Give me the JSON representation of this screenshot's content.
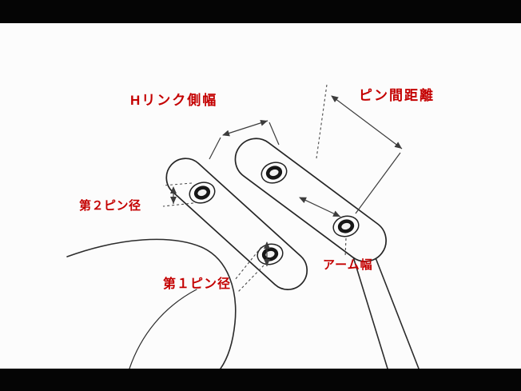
{
  "page": {
    "background": "#fcfcfc",
    "letterbox_color": "#050505"
  },
  "style": {
    "label_color": "#c40000",
    "line_color": "#2b2b2b"
  },
  "labels": {
    "h_link_width": "Hリンク側幅",
    "pin_pitch": "ピン間距離",
    "pin2_diameter": "第２ピン径",
    "pin1_diameter": "第１ピン径",
    "arm_width": "アーム幅"
  }
}
